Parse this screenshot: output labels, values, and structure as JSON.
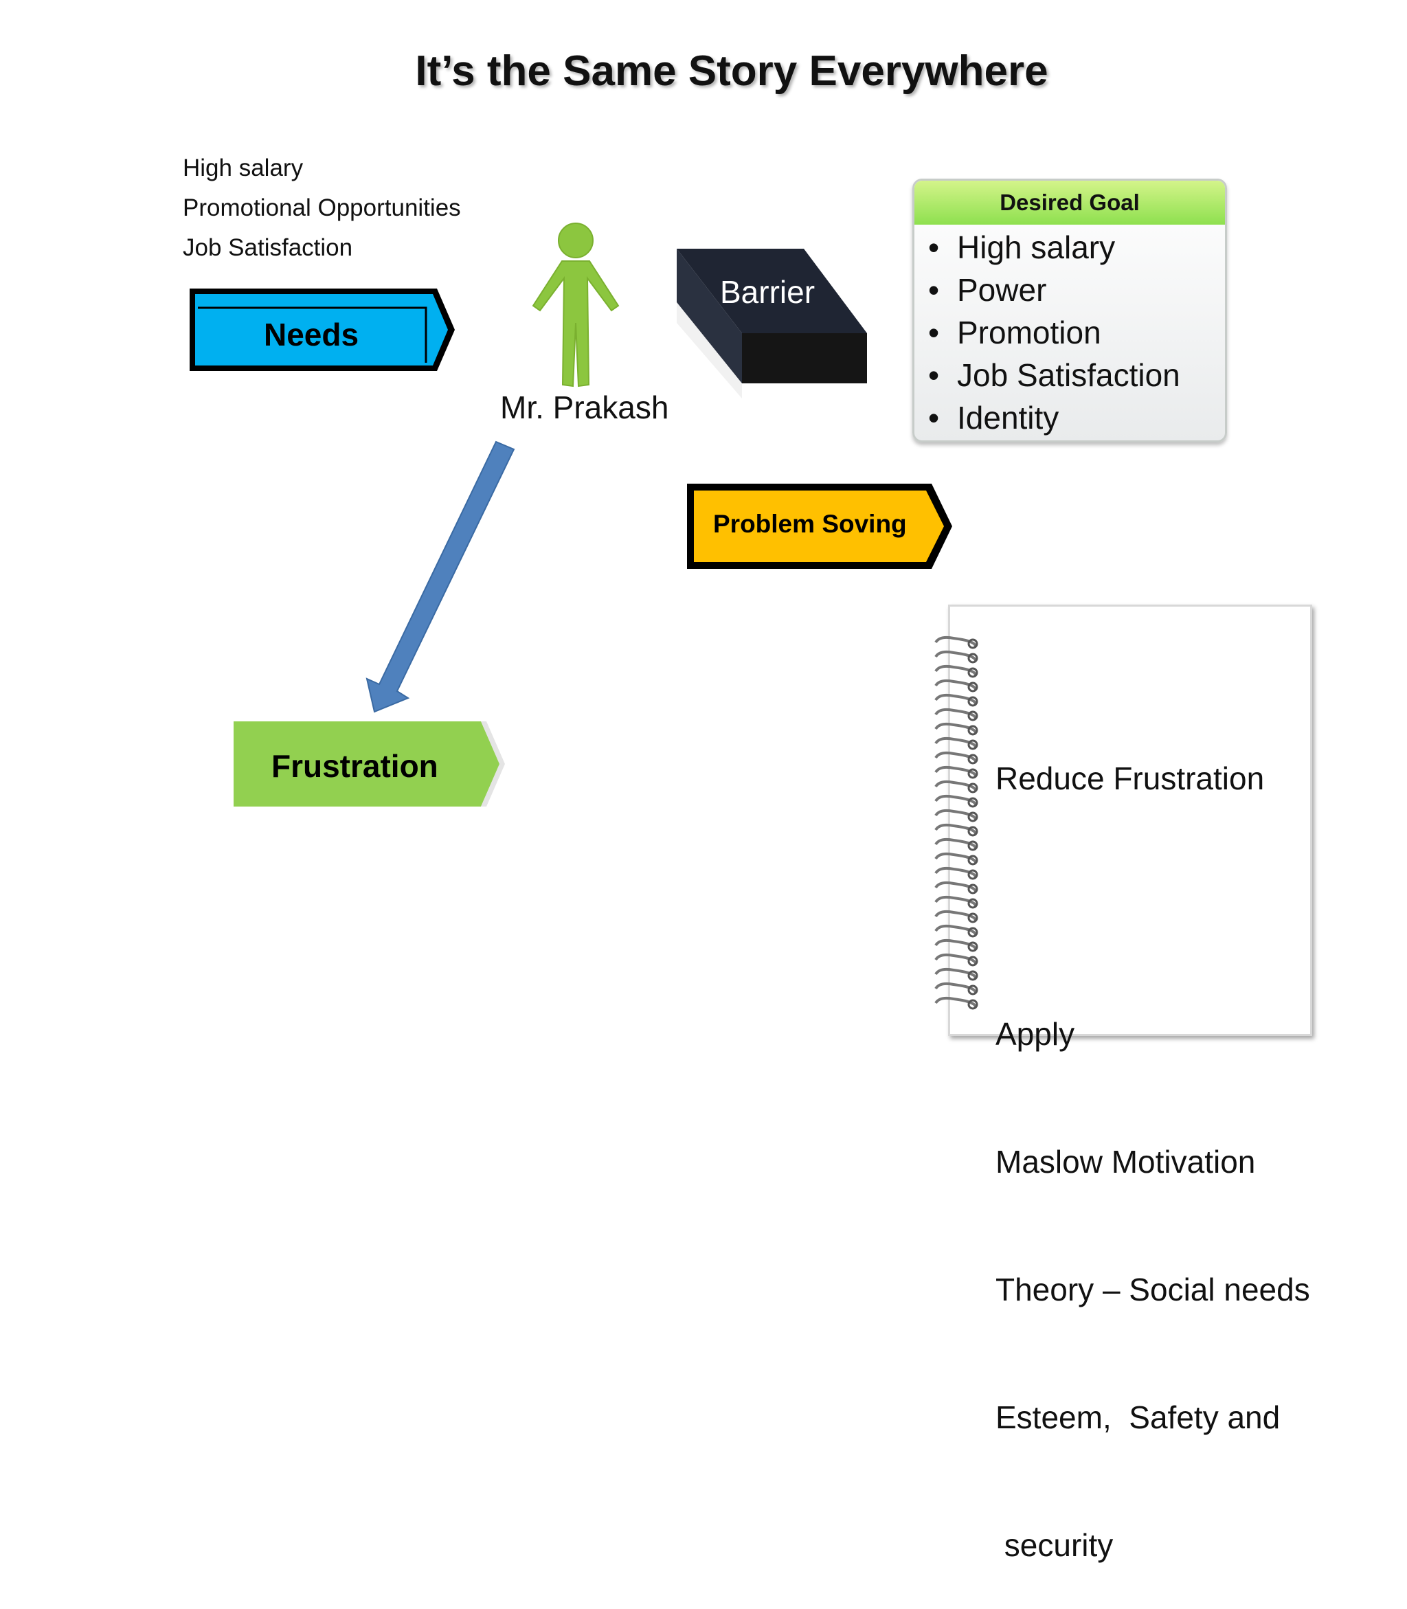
{
  "title": "It’s the Same Story Everywhere",
  "needs_list": [
    "High salary",
    "Promotional Opportunities",
    "Job Satisfaction"
  ],
  "needs_label": "Needs",
  "person_label": "Mr. Prakash",
  "barrier_label": "Barrier",
  "goal": {
    "heading": "Desired Goal",
    "items": [
      "High salary",
      "Power",
      "Promotion",
      "Job Satisfaction",
      "Identity"
    ]
  },
  "problem_solving_label": "Problem Soving",
  "frustration_label": "Frustration",
  "notebook": {
    "lines": [
      "Reduce Frustration",
      "",
      "Apply",
      "Maslow Motivation",
      "Theory – Social needs",
      "Esteem,  Safety and",
      " security"
    ]
  },
  "colors": {
    "needs": "#00b0f0",
    "person": "#8cc63f",
    "barrier": "#1f1f1f",
    "goal_header": "#92d050",
    "problem_solving": "#ffc000",
    "frustration": "#92d050",
    "arrow": "#4f81bd"
  },
  "icons": [
    "person-icon",
    "spiral-binding-icon"
  ]
}
